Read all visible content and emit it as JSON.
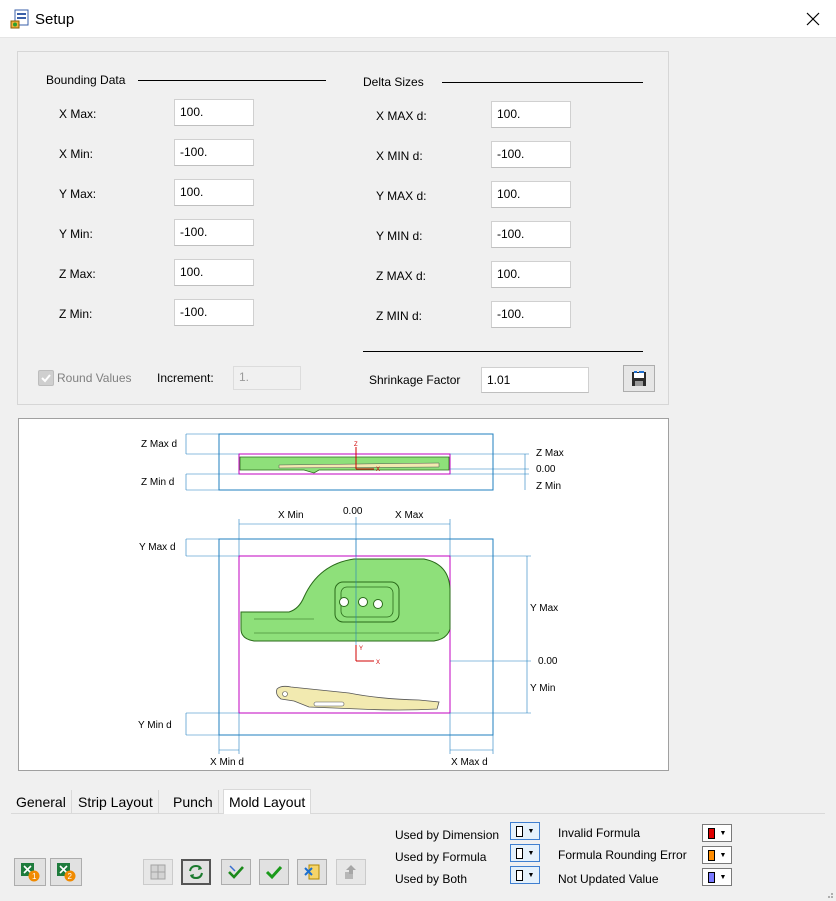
{
  "window": {
    "title": "Setup",
    "icon": "setup-app-icon",
    "close_icon": "close-icon"
  },
  "bounding": {
    "section_label": "Bounding Data",
    "fields": [
      {
        "label": "X Max:",
        "value": "100."
      },
      {
        "label": "X Min:",
        "value": "-100."
      },
      {
        "label": "Y Max:",
        "value": "100."
      },
      {
        "label": "Y Min:",
        "value": "-100."
      },
      {
        "label": "Z Max:",
        "value": "100."
      },
      {
        "label": "Z Min:",
        "value": "-100."
      }
    ]
  },
  "delta": {
    "section_label": "Delta Sizes",
    "fields": [
      {
        "label": "X MAX d:",
        "value": "100."
      },
      {
        "label": "X MIN d:",
        "value": "-100."
      },
      {
        "label": "Y MAX d:",
        "value": "100."
      },
      {
        "label": "Y MIN d:",
        "value": "-100."
      },
      {
        "label": "Z MAX d:",
        "value": "100."
      },
      {
        "label": "Z MIN d:",
        "value": "-100."
      }
    ]
  },
  "options": {
    "round_values_label": "Round Values",
    "round_values_checked": true,
    "increment_label": "Increment:",
    "increment_value": "1.",
    "shrinkage_label": "Shrinkage Factor",
    "shrinkage_value": "1.01",
    "save_icon": "save-floppy-icon"
  },
  "drawing": {
    "top_view": {
      "z_max_d": "Z Max d",
      "z_min_d": "Z Min d",
      "z_max": "Z Max",
      "zero": "0.00",
      "z_min": "Z Min"
    },
    "front_view": {
      "x_min": "X Min",
      "zero_x": "0.00",
      "x_max": "X Max",
      "y_max_d": "Y Max d",
      "y_max": "Y Max",
      "zero_y": "0.00",
      "y_min": "Y Min",
      "y_min_d": "Y Min d",
      "x_min_d": "X Min d",
      "x_max_d": "X Max d"
    },
    "axis_labels": {
      "z": "Z",
      "x": "X",
      "y": "Y"
    },
    "colors": {
      "box_outer": "#1f7fbf",
      "box_inner": "#c000c0",
      "part_fill": "#8ee07a",
      "part_stroke": "#2a6a1a",
      "strip_fill": "#f2eab0"
    }
  },
  "tabs": [
    {
      "label": "General",
      "active": false
    },
    {
      "label": "Strip Layout",
      "active": false
    },
    {
      "label": "Punch",
      "active": false
    },
    {
      "label": "Mold Layout",
      "active": true
    }
  ],
  "legend": {
    "used_by_dimension": "Used by Dimension",
    "used_by_formula": "Used by Formula",
    "used_by_both": "Used by Both",
    "invalid_formula": "Invalid Formula",
    "formula_rounding_error": "Formula Rounding Error",
    "not_updated_value": "Not Updated Value",
    "colors": {
      "used_by_dimension": "#ffffff",
      "used_by_formula": "#ffffff",
      "used_by_both": "#ffffff",
      "invalid_formula": "#e00000",
      "formula_rounding_error": "#ff8c00",
      "not_updated_value": "#7b7bff"
    }
  },
  "toolbar": {
    "left_buttons": [
      "excel-export-1-icon",
      "excel-export-2-icon"
    ],
    "buttons": [
      "layout-grid-icon",
      "refresh-icon",
      "apply-check-icon",
      "ok-check-icon",
      "exit-icon",
      "upload-icon"
    ]
  }
}
